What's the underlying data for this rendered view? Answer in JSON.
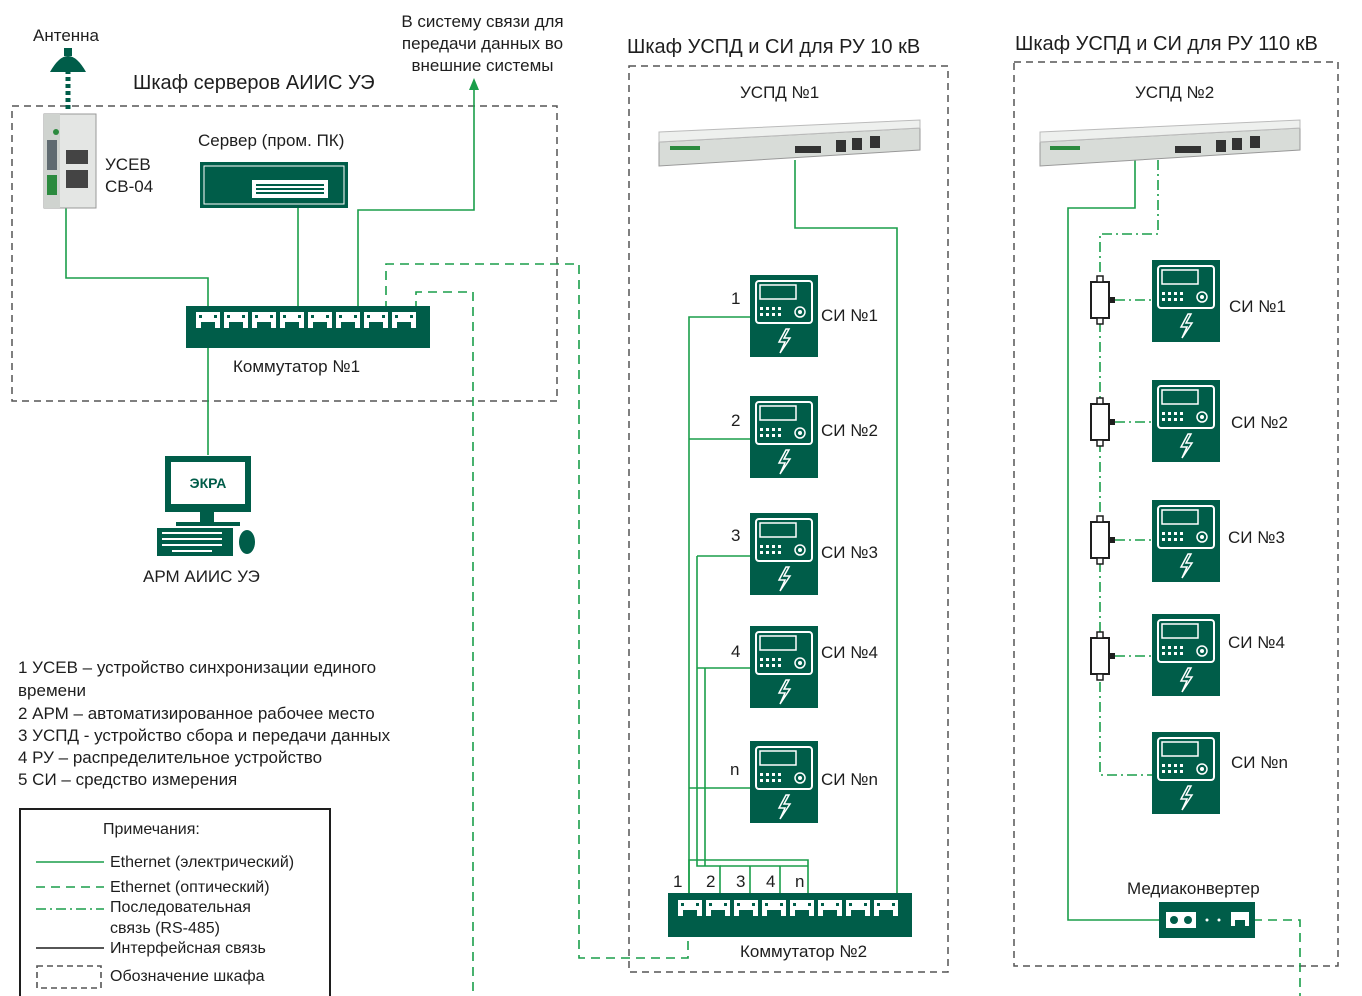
{
  "colors": {
    "green": "#1a9e4a",
    "device": "#005d49",
    "dash": "#555555",
    "line": "#1e1e1e"
  },
  "labels": {
    "antenna": "Антенна",
    "external": [
      "В систему связи для",
      "передачи данных во",
      "внешние системы"
    ],
    "server_cabinet": "Шкаф серверов АИИС УЭ",
    "usev": [
      "УСЕВ",
      "СВ-04"
    ],
    "server": "Сервер (пром. ПК)",
    "switch1": "Коммутатор №1",
    "arm": "АРМ АИИС УЭ",
    "arm_screen": "ЭКРА",
    "cab10": "Шкаф УСПД и СИ для РУ 10 кВ",
    "cab110": "Шкаф УСПД и СИ для РУ 110 кВ",
    "uspd1": "УСПД №1",
    "uspd2": "УСПД №2",
    "switch2": "Коммутатор №2",
    "media": "Медиаконвертер"
  },
  "meters10": [
    {
      "num": "1",
      "name": "СИ №1"
    },
    {
      "num": "2",
      "name": "СИ №2"
    },
    {
      "num": "3",
      "name": "СИ №3"
    },
    {
      "num": "4",
      "name": "СИ №4"
    },
    {
      "num": "n",
      "name": "СИ №n"
    }
  ],
  "meters110": [
    "СИ №1",
    "СИ №2",
    "СИ №3",
    "СИ №4",
    "СИ №n"
  ],
  "port_nums": [
    "1",
    "2",
    "3",
    "4",
    "n"
  ],
  "glossary": [
    "1 УСЕВ – устройство синхронизации единого",
    "времени",
    "2 АРМ – автоматизированное рабочее место",
    "3 УСПД - устройство сбора и передачи данных",
    "4 РУ – распределительное устройство",
    "5 СИ – средство измерения"
  ],
  "notes": {
    "title": "Примечания:",
    "eth_el": "Ethernet (электрический)",
    "eth_opt": "Ethernet (оптический)",
    "serial": [
      "Последовательная",
      "связь (RS-485)"
    ],
    "iface": "Интерфейсная связь",
    "cabinet": "Обозначение шкафа"
  },
  "icons": [
    "antenna-icon",
    "usev-device-icon",
    "server-icon",
    "switch-icon",
    "workstation-icon",
    "uspd-rack-icon",
    "meter-icon",
    "rs485-tap-icon",
    "media-converter-icon"
  ]
}
